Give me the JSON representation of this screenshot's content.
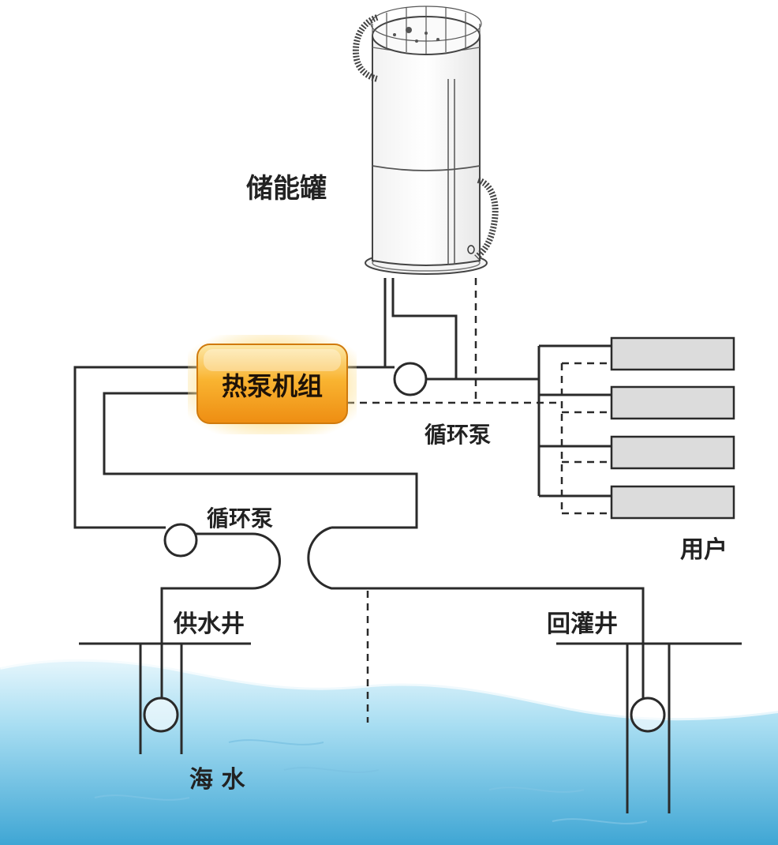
{
  "labels": {
    "tank": "储能罐",
    "heat_pump": "热泵机组",
    "pump_upper": "循环泵",
    "pump_lower": "循环泵",
    "users": "用户",
    "supply_well": "供水井",
    "recharge_well": "回灌井",
    "seawater": "海 水"
  },
  "colors": {
    "heat_pump_fill": "#f7a51c",
    "heat_pump_glow": "#fde39a",
    "user_unit_fill": "#dcdcdc",
    "water_light": "#dff3fb",
    "water_mid": "#8fd4ee",
    "water_deep": "#3fa9d6",
    "line": "#2a2a2a"
  }
}
